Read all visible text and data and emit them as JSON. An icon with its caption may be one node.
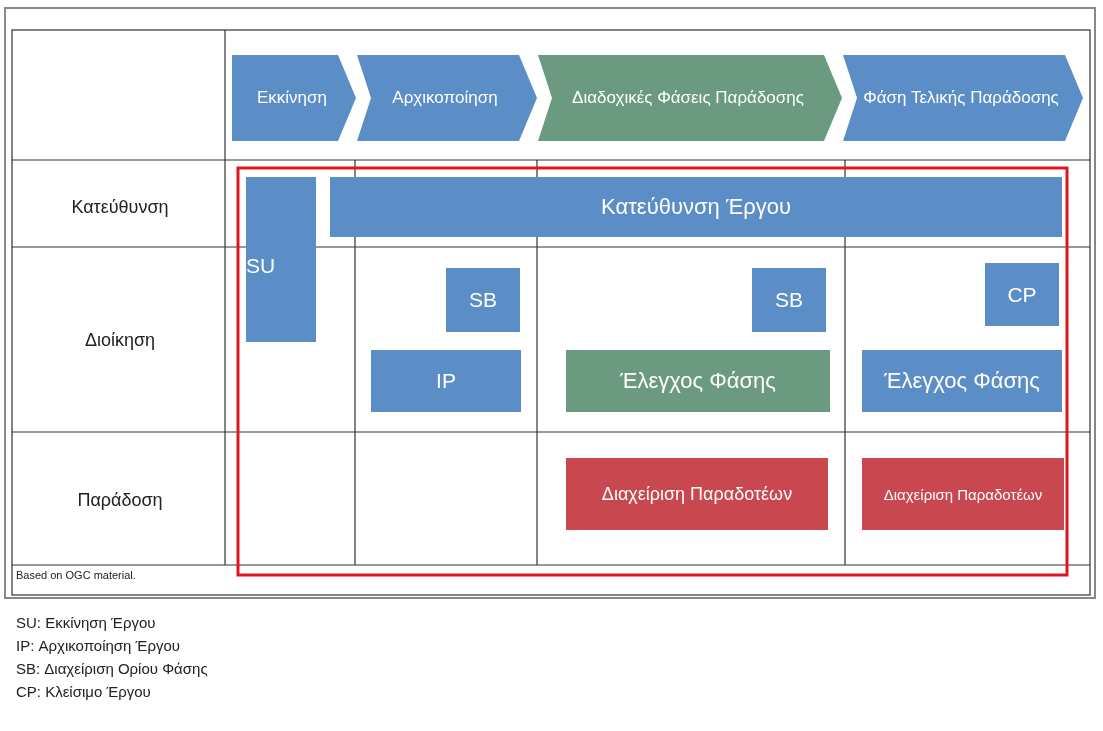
{
  "diagram": {
    "nodes": [
      {
        "text": [
          "Εκκίνηση"
        ]
      },
      {
        "text": [
          "Αρχικοποίηση"
        ]
      },
      {
        "text": [
          "Διαδοχικές Φάσεις Παράδοσης"
        ]
      },
      {
        "text": [
          "Φάση Τελικής Παράδοσης"
        ]
      },
      {
        "text": [
          "SU"
        ]
      },
      {
        "text": [
          "Κατεύθυνση Έργου"
        ]
      },
      {
        "text": [
          "SB"
        ]
      },
      {
        "text": [
          "SB"
        ]
      },
      {
        "text": [
          "CP"
        ]
      },
      {
        "text": [
          "IP"
        ]
      },
      {
        "text": [
          "Έλεγχος Φάσης"
        ]
      },
      {
        "text": [
          "Έλεγχος Φάσης"
        ]
      },
      {
        "text": [
          "Διαχείριση Παραδοτέων"
        ]
      },
      {
        "text": [
          "Διαχείριση Παραδοτέων"
        ]
      }
    ],
    "edges": [],
    "labels": [
      "Κατεύθυνση",
      "Διοίκηση",
      "Παράδοση",
      "Based on OGC material.",
      "SU: Εκκίνηση Έργου",
      "IP:  Αρχικοποίηση Έργου",
      "SB: Διαχείριση Ορίου Φάσης",
      "CP: Κλείσιμο Έργου"
    ]
  }
}
